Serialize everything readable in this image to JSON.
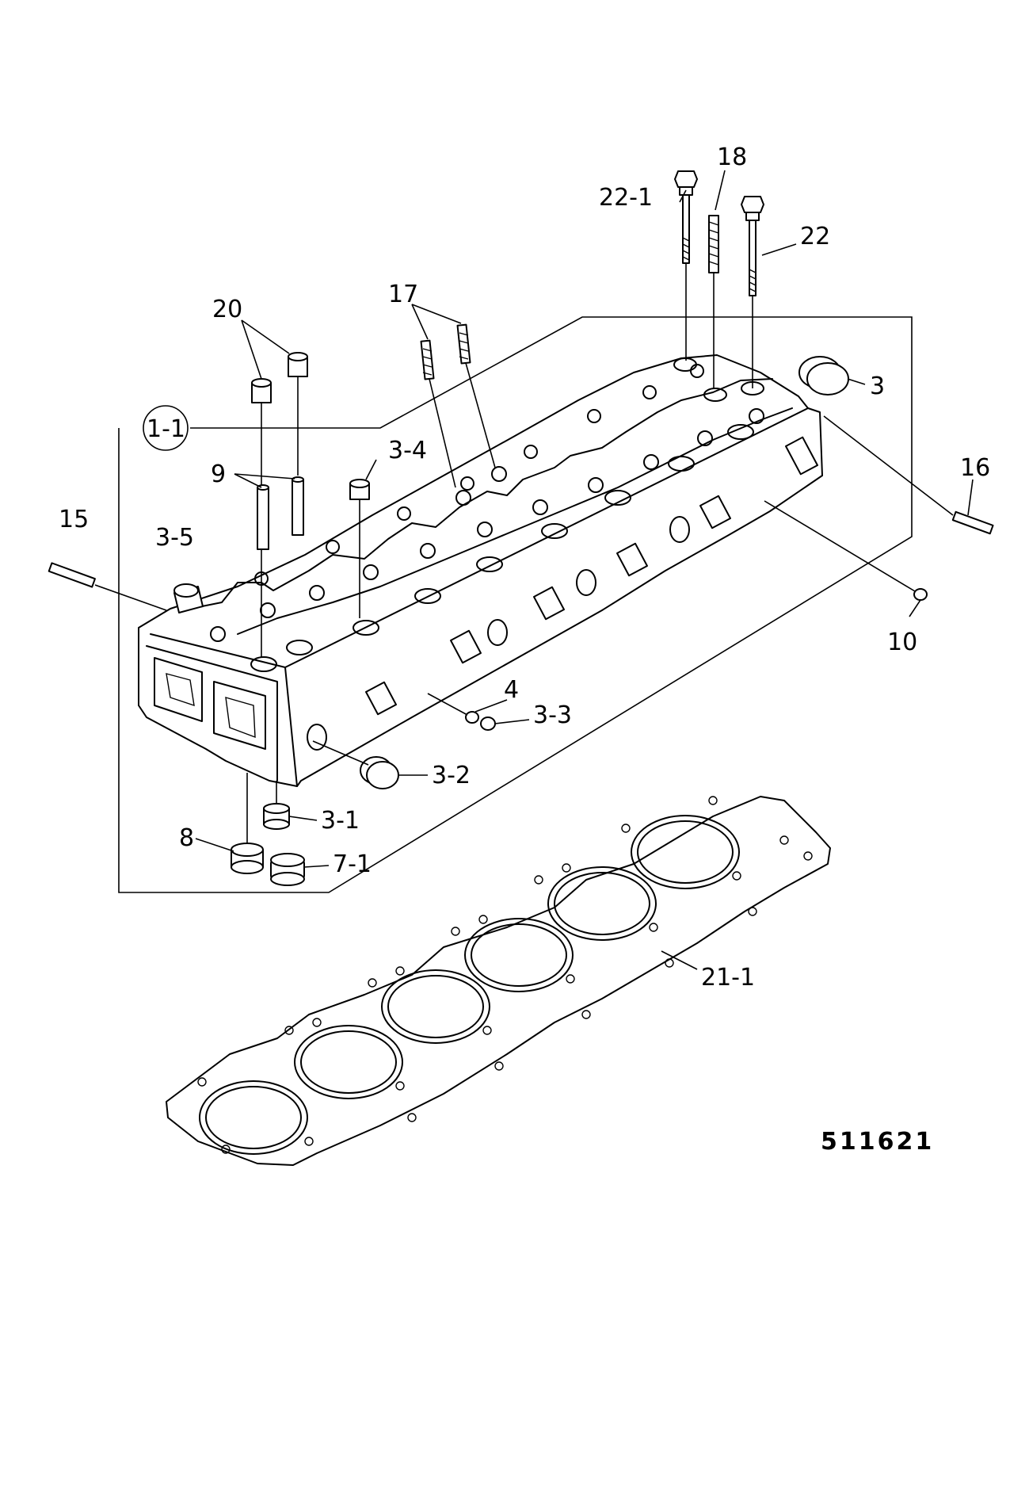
{
  "labels": {
    "l18": "18",
    "l22_1": "22-1",
    "l22": "22",
    "l20": "20",
    "l17": "17",
    "l3": "3",
    "l1_1": "1-1",
    "l3_4": "3-4",
    "l16": "16",
    "l9": "9",
    "l15": "15",
    "l3_5": "3-5",
    "l10": "10",
    "l4": "4",
    "l3_3": "3-3",
    "l3_2": "3-2",
    "l3_1": "3-1",
    "l8": "8",
    "l7_1": "7-1",
    "l21_1": "21-1"
  },
  "figure_number": "511621",
  "colors": {
    "ink": "#000000",
    "paper": "#ffffff"
  }
}
